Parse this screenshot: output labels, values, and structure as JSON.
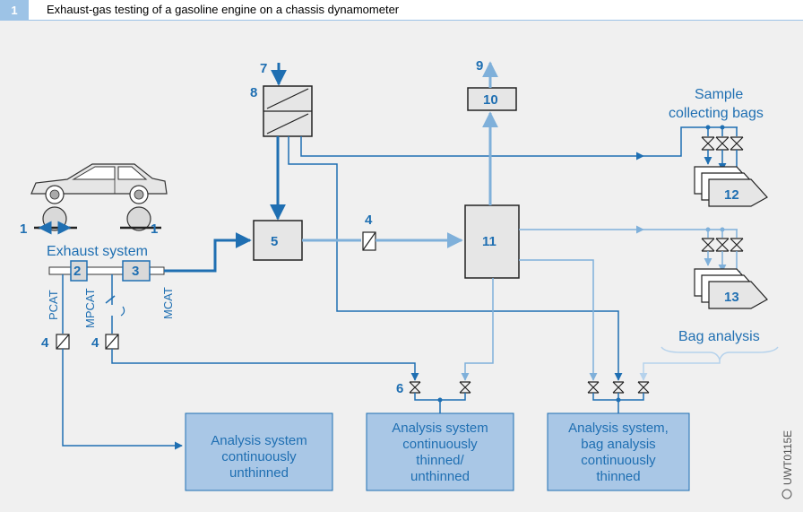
{
  "figure": {
    "number": "1",
    "title": "Exhaust-gas testing of a gasoline engine on a chassis dynamometer",
    "code": "UWT0115E"
  },
  "colors": {
    "accent": "#1f6fb2",
    "light_line": "#7fb0da",
    "box_fill": "#a9c7e6",
    "component_fill": "#e6e6e6",
    "background": "#f0f0f0"
  },
  "numbers": {
    "n1": "1",
    "n2": "2",
    "n3": "3",
    "n4": "4",
    "n5": "5",
    "n6": "6",
    "n7": "7",
    "n8": "8",
    "n9": "9",
    "n10": "10",
    "n11": "11",
    "n12": "12",
    "n13": "13"
  },
  "labels": {
    "exhaust_system": "Exhaust system",
    "sample_bags_line1": "Sample",
    "sample_bags_line2": "collecting bags",
    "bag_analysis": "Bag analysis",
    "pcat": "PCAT",
    "mpcat": "MPCAT",
    "mcat": "MCAT"
  },
  "analysis_boxes": {
    "unthinned": [
      "Analysis system",
      "continuously",
      "unthinned"
    ],
    "thinned_unthinned": [
      "Analysis system",
      "continuously",
      "thinned/",
      "unthinned"
    ],
    "bag_thinned": [
      "Analysis system,",
      "bag analysis",
      "continuously",
      "thinned"
    ]
  }
}
